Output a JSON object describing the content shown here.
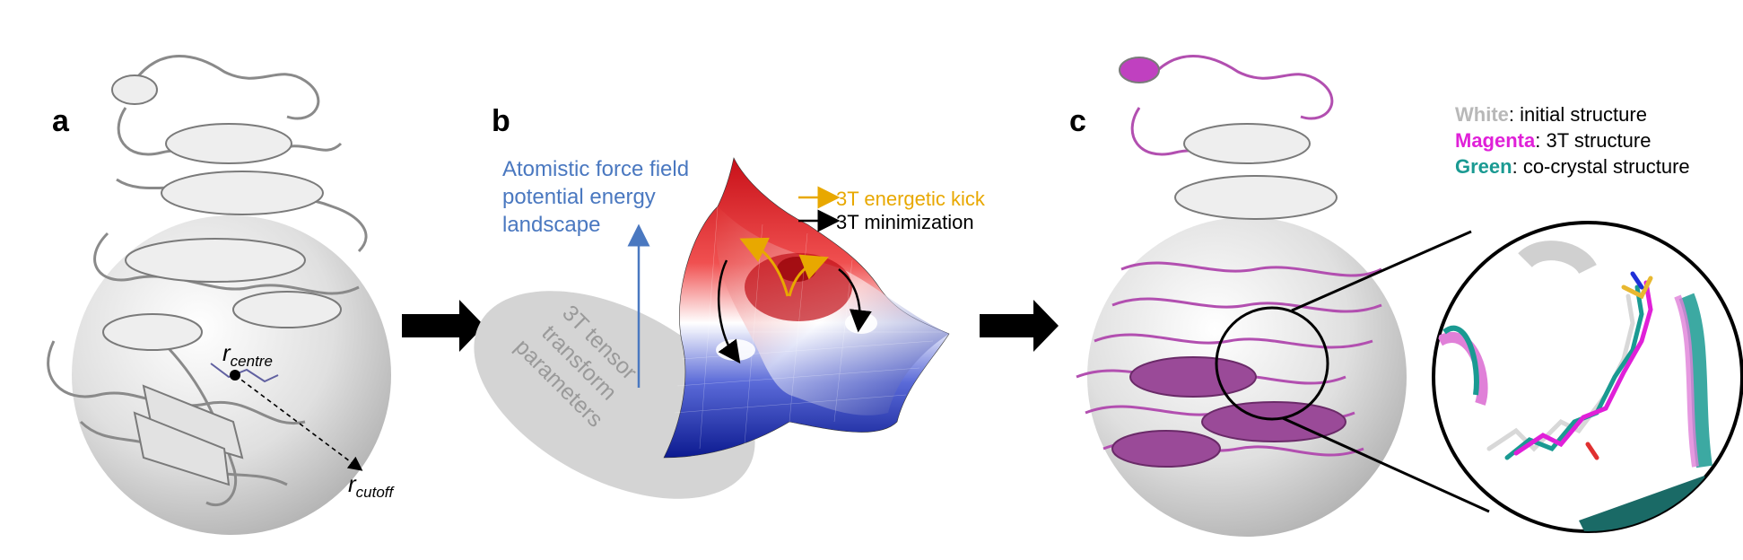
{
  "panels": {
    "a": {
      "letter": "a",
      "r_centre_main": "r",
      "r_centre_sub": "centre",
      "r_cutoff_main": "r",
      "r_cutoff_sub": "cutoff"
    },
    "b": {
      "letter": "b",
      "landscape_label": [
        "Atomistic force field",
        "potential energy",
        "landscape"
      ],
      "tensor_label": [
        "3T tensor",
        "transform",
        "parameters"
      ],
      "legend": [
        {
          "text": "3T energetic kick",
          "color": "#e8a800"
        },
        {
          "text": "3T minimization",
          "color": "#000000"
        }
      ]
    },
    "c": {
      "letter": "c",
      "legend": [
        {
          "key": "White",
          "rest": ": initial structure",
          "color": "#b8b8b8"
        },
        {
          "key": "Magenta",
          "rest": ": 3T structure",
          "color": "#e020d8"
        },
        {
          "key": "Green",
          "rest": ": co-crystal structure",
          "color": "#1a9a92"
        }
      ]
    }
  },
  "colors": {
    "protein_white": "#d9d9d9",
    "protein_magenta": "#b24fb0",
    "sphere": "#c8c8c8",
    "surface_red": "#d8141c",
    "surface_blue": "#1a2aa8",
    "arrow_blue": "#4a78c0",
    "tensor_ellipse": "#d4d4d4"
  }
}
